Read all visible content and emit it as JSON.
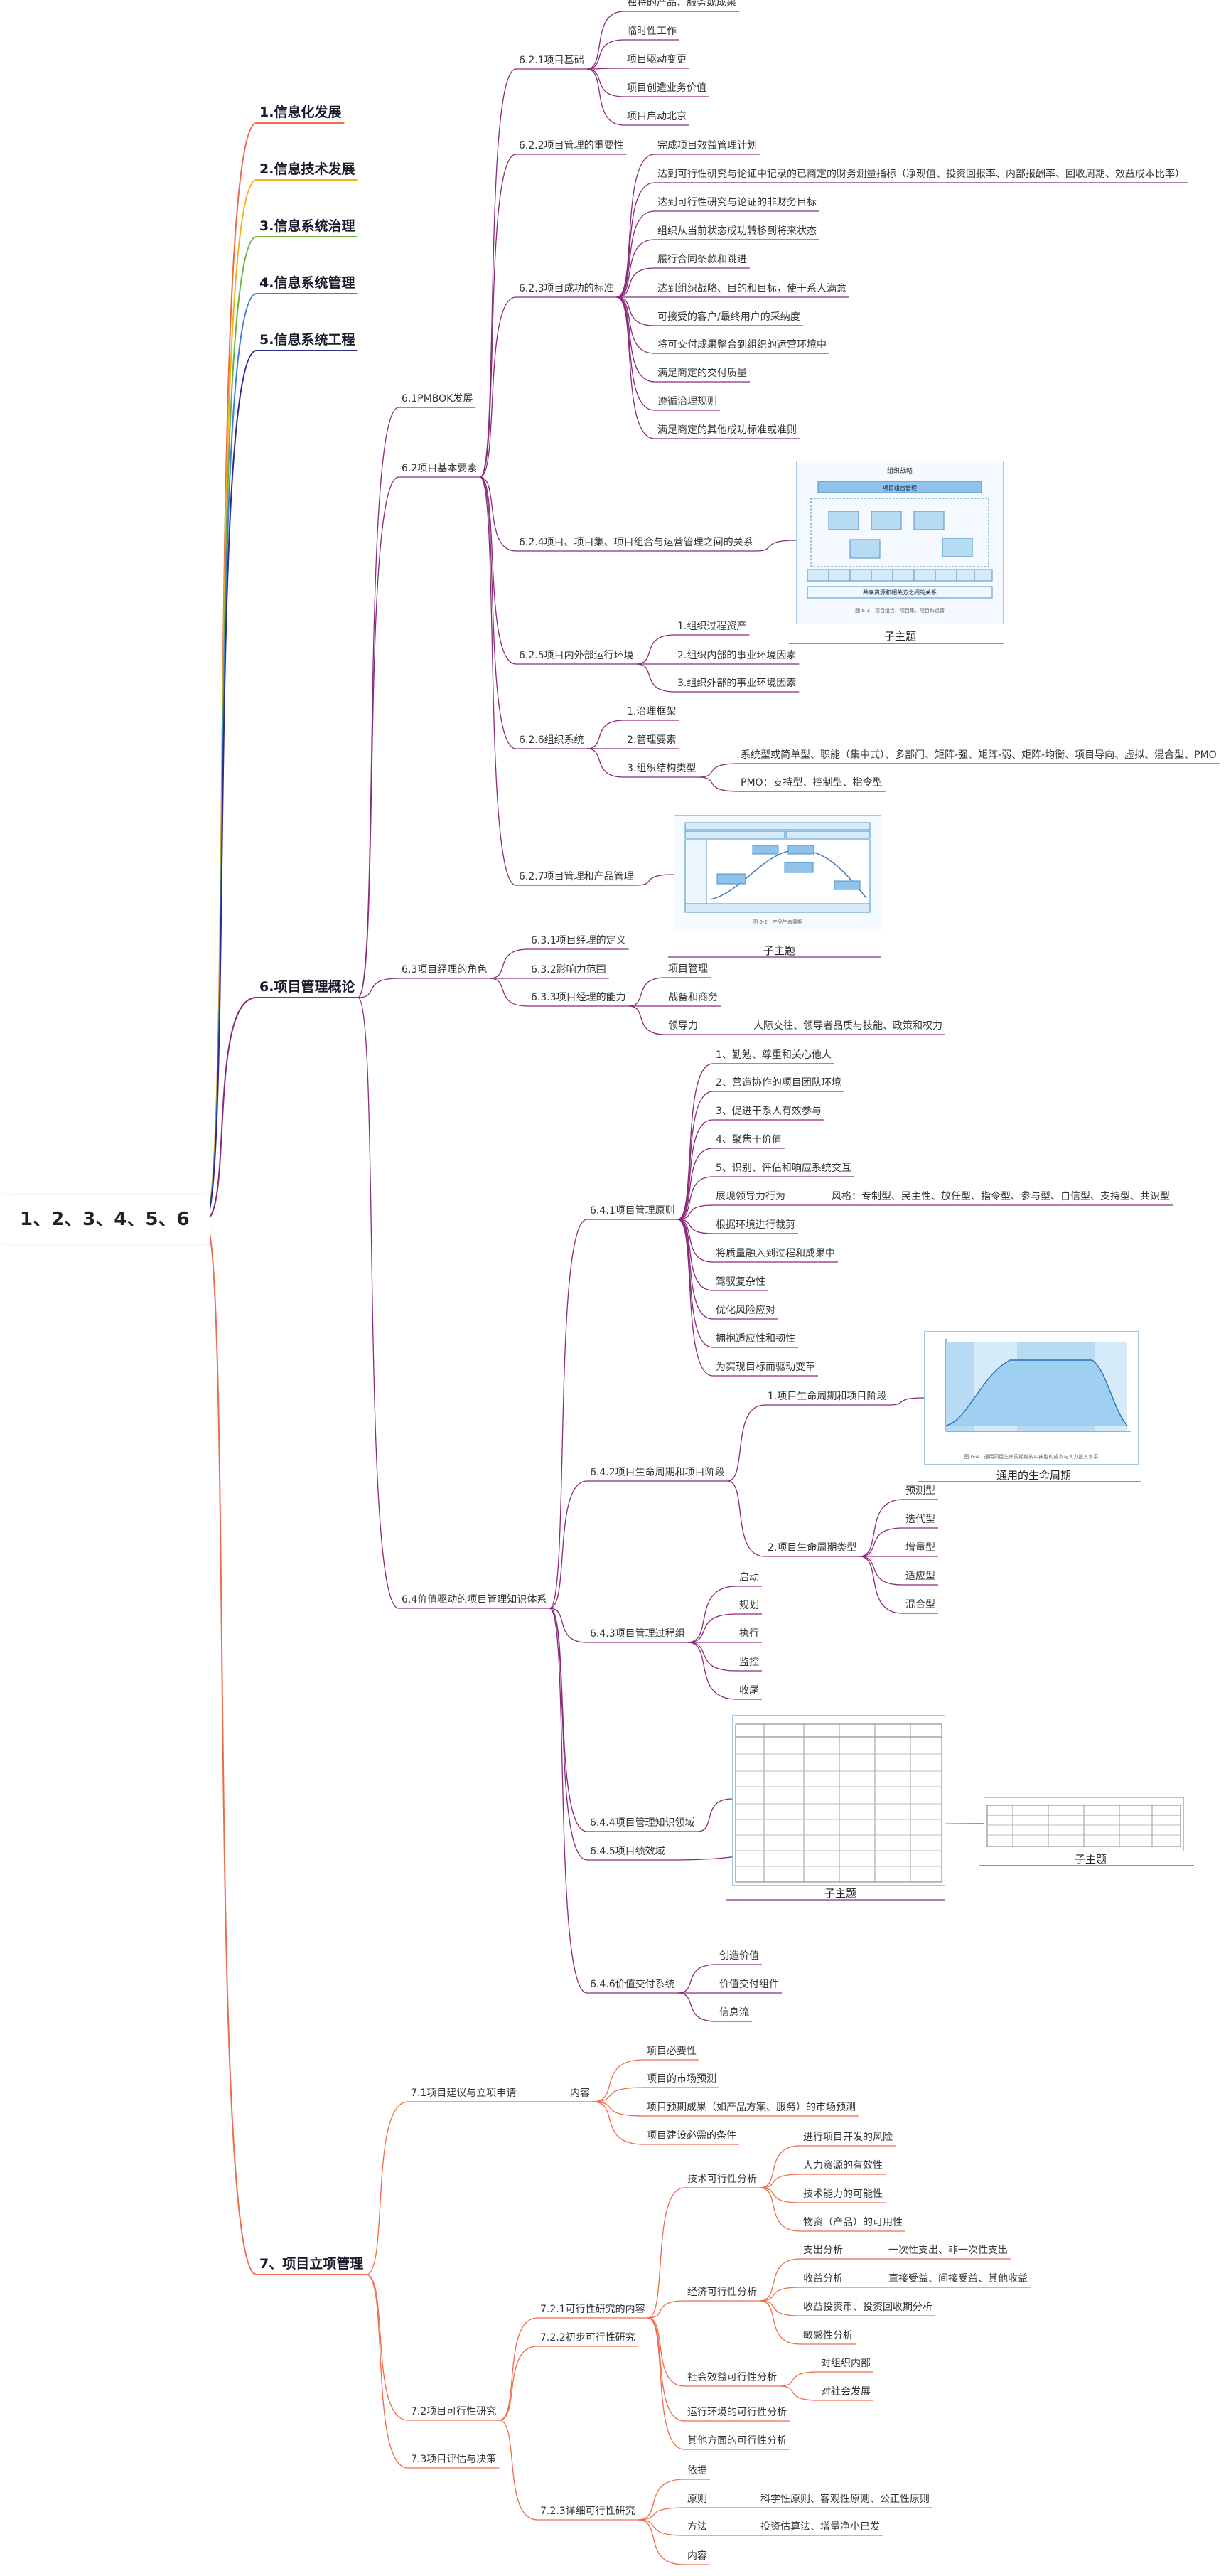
{
  "root": "1、2、3、4、5、6",
  "topics": [
    {
      "id": "t1",
      "label": "1.信息化发展",
      "color": "#ef6a4a"
    },
    {
      "id": "t2",
      "label": "2.信息技术发展",
      "color": "#f2b41c"
    },
    {
      "id": "t3",
      "label": "3.信息系统治理",
      "color": "#6bb33a"
    },
    {
      "id": "t4",
      "label": "4.信息系统管理",
      "color": "#3f7fd6"
    },
    {
      "id": "t5",
      "label": "5.信息系统工程",
      "color": "#2a2f8e"
    },
    {
      "id": "t6",
      "label": "6.项目管理概论",
      "color": "#8a2a7a"
    },
    {
      "id": "t7",
      "label": "7、项目立项管理",
      "color": "#ef6a4a"
    }
  ],
  "nodes": {
    "n61": "6.1PMBOK发展",
    "n62": "6.2项目基本要素",
    "n621": "6.2.1项目基础",
    "n621a": "独特的产品、服务或成果",
    "n621b": "临时性工作",
    "n621c": "项目驱动变更",
    "n621d": "项目创造业务价值",
    "n621e": "项目启动北京",
    "n622": "6.2.2项目管理的重要性",
    "n623": "6.2.3项目成功的标准",
    "n623a": "完成项目效益管理计划",
    "n623b": "达到可行性研究与论证中记录的已商定的财务测量指标（净现值、投资回报率、内部报酬率、回收周期、效益成本比率）",
    "n623c": "达到可行性研究与论证的非财务目标",
    "n623d": "组织从当前状态成功转移到将来状态",
    "n623e": "履行合同条款和跳进",
    "n623f": "达到组织战略、目的和目标，使干系人满意",
    "n623g": "可接受的客户/最终用户的采纳度",
    "n623h": "将可交付成果整合到组织的运营环境中",
    "n623i": "满足商定的交付质量",
    "n623j": "遵循治理规则",
    "n623k": "满足商定的其他成功标准或准则",
    "n624": "6.2.4项目、项目集、项目组合与运营管理之间的关系",
    "n625": "6.2.5项目内外部运行环境",
    "n625a": "1.组织过程资产",
    "n625b": "2.组织内部的事业环境因素",
    "n625c": "3.组织外部的事业环境因素",
    "n626": "6.2.6组织系统",
    "n626a": "1.治理框架",
    "n626b": "2.管理要素",
    "n626c": "3.组织结构类型",
    "n626c1": "系统型或简单型、职能（集中式）、多部门、矩阵-强、矩阵-弱、矩阵-均衡、项目导向、虚拟、混合型、PMO",
    "n626c2": "PMO：支持型、控制型、指令型",
    "n627": "6.2.7项目管理和产品管理",
    "n63": "6.3项目经理的角色",
    "n631": "6.3.1项目经理的定义",
    "n632": "6.3.2影响力范围",
    "n633": "6.3.3项目经理的能力",
    "n633a": "项目管理",
    "n633b": "战备和商务",
    "n633c": "领导力",
    "n633c1": "人际交往、领导者品质与技能、政策和权力",
    "n64": "6.4价值驱动的项目管理知识体系",
    "n641": "6.4.1项目管理原则",
    "n641a": "1、勤勉、尊重和关心他人",
    "n641b": "2、营造协作的项目团队环境",
    "n641c": "3、促进干系人有效参与",
    "n641d": "4、聚焦于价值",
    "n641e": "5、识别、评估和响应系统交互",
    "n641f": "展现领导力行为",
    "n641f1": "风格：专制型、民主性、放任型、指令型、参与型、自信型、支持型、共识型",
    "n641g": "根据环境进行裁剪",
    "n641h": "将质量融入到过程和成果中",
    "n641i": "驾驭复杂性",
    "n641j": "优化风险应对",
    "n641k": "拥抱适应性和韧性",
    "n641l": "为实现目标而驱动变革",
    "n642": "6.4.2项目生命周期和项目阶段",
    "n642a": "1.项目生命周期和项目阶段",
    "n642b": "2.项目生命周期类型",
    "n642b1": "预测型",
    "n642b2": "迭代型",
    "n642b3": "增量型",
    "n642b4": "适应型",
    "n642b5": "混合型",
    "n643": "6.4.3项目管理过程组",
    "n643a": "启动",
    "n643b": "规划",
    "n643c": "执行",
    "n643d": "监控",
    "n643e": "收尾",
    "n644": "6.4.4项目管理知识领域",
    "n645": "6.4.5项目绩效域",
    "n646": "6.4.6价值交付系统",
    "n646a": "创造价值",
    "n646b": "价值交付组件",
    "n646c": "信息流",
    "n71": "7.1项目建议与立项申请",
    "n71a": "内容",
    "n71a1": "项目必要性",
    "n71a2": "项目的市场预测",
    "n71a3": "项目预期成果（如产品方案、服务）的市场预测",
    "n71a4": "项目建设必需的条件",
    "n72": "7.2项目可行性研究",
    "n73": "7.3项目评估与决策",
    "n721": "7.2.1可行性研究的内容",
    "n722": "7.2.2初步可行性研究",
    "n723": "7.2.3详细可行性研究",
    "n721a": "技术可行性分析",
    "n721a1": "进行项目开发的风险",
    "n721a2": "人力资源的有效性",
    "n721a3": "技术能力的可能性",
    "n721a4": "物资（产品）的可用性",
    "n721b": "经济可行性分析",
    "n721b1": "支出分析",
    "n721b1x": "一次性支出、非一次性支出",
    "n721b2": "收益分析",
    "n721b2x": "直接受益、间接受益、其他收益",
    "n721b3": "收益投资币、投资回收期分析",
    "n721b4": "敏感性分析",
    "n721c": "社会效益可行性分析",
    "n721c1": "对组织内部",
    "n721c2": "对社会发展",
    "n721d": "运行环境的可行性分析",
    "n721e": "其他方面的可行性分析",
    "n723a": "依据",
    "n723b": "原则",
    "n723b1": "科学性原则、客观性原则、公正性原则",
    "n723c": "方法",
    "n723c1": "投资估算法、增量净小已发",
    "n723d": "内容"
  },
  "images": {
    "img1": {
      "caption": "子主题",
      "title": "组织战略",
      "subtitle": "项目组合管理",
      "footer": "共享资源和相关方之间的关系",
      "figure_note": "图 6-1　项目组合、项目集、项目和运营"
    },
    "img2": {
      "caption": "子主题",
      "figure_note": "图 6-2　产品生命周期"
    },
    "img3": {
      "caption": "通用的生命周期",
      "figure_note": "图 6-4　通用项目生命周期结构中典型的成本与人力投入水平"
    },
    "img4": {
      "caption": "子主题"
    },
    "img5": {
      "caption": "子主题"
    }
  }
}
